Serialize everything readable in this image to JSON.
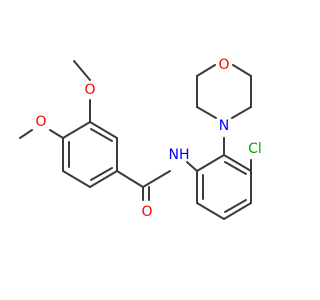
{
  "molecule": {
    "colors": {
      "bond": "#3a3a3a",
      "oxygen": "#ff0000",
      "nitrogen": "#0000ff",
      "chlorine": "#00aa00"
    },
    "atoms": [
      {
        "id": "o-morph",
        "label": "O",
        "element": "oxygen"
      },
      {
        "id": "n-morph",
        "label": "N",
        "element": "nitrogen"
      },
      {
        "id": "cl",
        "label": "Cl",
        "element": "chlorine"
      },
      {
        "id": "nh-amide",
        "label": "NH",
        "element": "nitrogen"
      },
      {
        "id": "o-carbonyl",
        "label": "O",
        "element": "oxygen"
      },
      {
        "id": "o-methoxy-3",
        "label": "O",
        "element": "oxygen"
      },
      {
        "id": "o-methoxy-4",
        "label": "O",
        "element": "oxygen"
      }
    ]
  }
}
